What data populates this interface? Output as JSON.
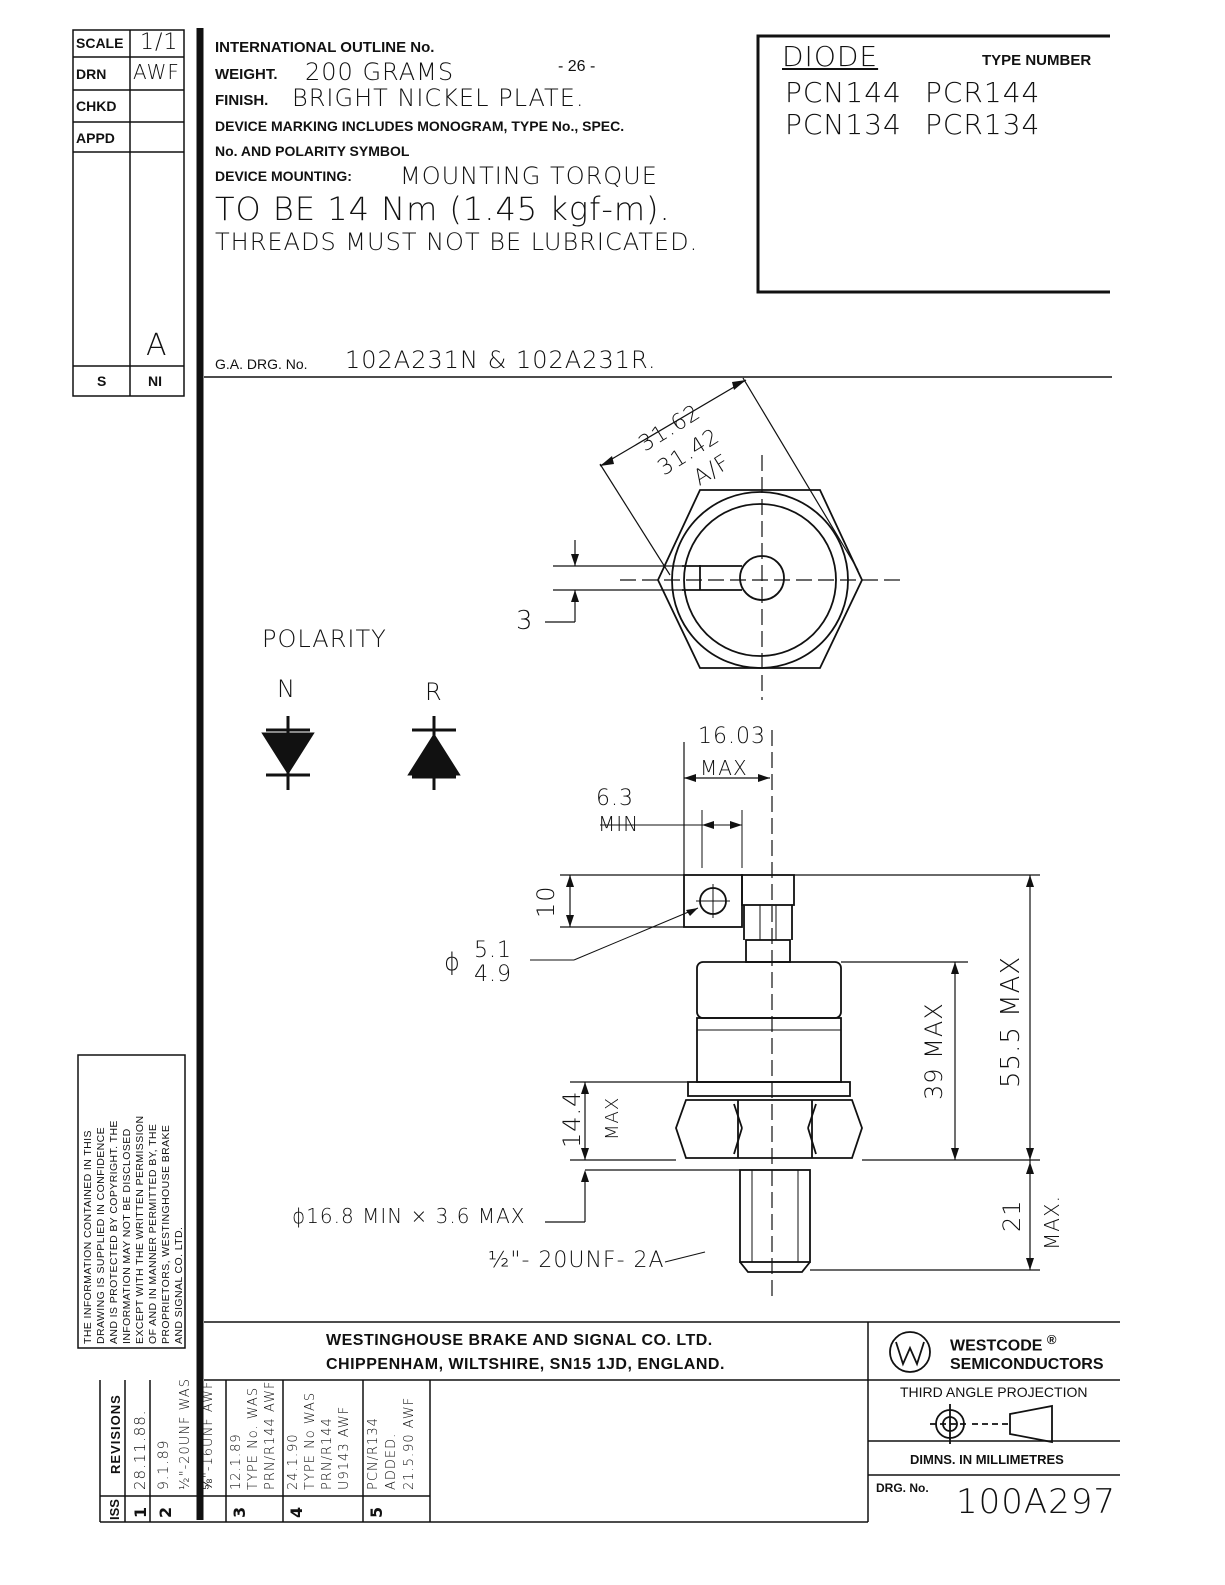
{
  "page_number": "- 26 -",
  "title_block": {
    "scale_label": "SCALE",
    "scale_value": "1/1",
    "drn_label": "DRN",
    "drn_value": "AWF",
    "chkd_label": "CHKD",
    "appd_label": "APPD",
    "issue_letter": "A",
    "s_label": "S",
    "ni_label": "NI"
  },
  "notes": {
    "outline_label": "INTERNATIONAL OUTLINE No.",
    "weight_label": "WEIGHT.",
    "weight_value": "200 GRAMS",
    "finish_label": "FINISH.",
    "finish_value": "BRIGHT NICKEL PLATE.",
    "marking_line1": "DEVICE MARKING INCLUDES MONOGRAM, TYPE No., SPEC.",
    "marking_line2": "No. AND POLARITY SYMBOL",
    "mounting_label": "DEVICE MOUNTING:",
    "mounting_line1": "MOUNTING TORQUE",
    "mounting_line2": "TO BE 14 Nm (1.45 kgf-m).",
    "mounting_line3": "THREADS MUST NOT BE LUBRICATED.",
    "ga_label": "G.A. DRG. No.",
    "ga_value": "102A231N & 102A231R."
  },
  "type_box": {
    "heading": "DIODE",
    "type_number_label": "TYPE NUMBER",
    "types": [
      "PCN144",
      "PCR144",
      "PCN134",
      "PCR134"
    ]
  },
  "polarity": {
    "title": "POLARITY",
    "n_label": "N",
    "r_label": "R"
  },
  "dimensions": {
    "af_upper": "31.62",
    "af_lower": "31.42",
    "af_label": "A/F",
    "slot": "3",
    "tag_width": "16.03",
    "tag_width_max": "MAX",
    "hole_edge": "6.3",
    "hole_edge_min": "MIN",
    "tag_height": "10",
    "hole_dia_prefix": "ϕ",
    "hole_dia_upper": "5.1",
    "hole_dia_lower": "4.9",
    "hex_height": "14.4",
    "hex_height_max": "MAX",
    "body_height": "39 MAX",
    "overall_height": "55.5 MAX",
    "stud_length": "21",
    "stud_length_max": "MAX.",
    "washer": "ϕ16.8 MIN × 3.6 MAX",
    "thread": "½\"- 20UNF- 2A"
  },
  "confidential_note": [
    "THE INFORMATION CONTAINED IN THIS",
    "DRAWING IS SUPPLIED IN CONFIDENCE",
    "AND IS PROTECTED BY COPYRIGHT. THE",
    "INFORMATION MAY NOT BE DISCLOSED",
    "EXCEPT WITH THE WRITTEN PERMISSION",
    "OF AND IN MANNER PERMITTED BY, THE",
    "PROPRIETORS, WESTINGHOUSE BRAKE",
    "AND SIGNAL CO. LTD."
  ],
  "company": {
    "line1": "WESTINGHOUSE BRAKE AND SIGNAL CO. LTD.",
    "line2": "CHIPPENHAM, WILTSHIRE, SN15 1JD, ENGLAND.",
    "brand": "WESTCODE",
    "brand_mark": "®",
    "brand_line2": "SEMICONDUCTORS",
    "projection": "THIRD ANGLE PROJECTION",
    "units": "DIMNS. IN MILLIMETRES",
    "drg_label": "DRG. No.",
    "drg_value": "100A297"
  },
  "revisions": {
    "heading": "REVISIONS",
    "iss_label": "ISS",
    "items": [
      {
        "iss": "1",
        "text": [
          "28.11.88."
        ]
      },
      {
        "iss": "2",
        "text": [
          "9.1.89",
          "½\"-20UNF WAS",
          "⅝\"-16UNF AWF"
        ]
      },
      {
        "iss": "3",
        "text": [
          "12.1.89",
          "TYPE No. WAS",
          "PRN/R144 AWF"
        ]
      },
      {
        "iss": "4",
        "text": [
          "24.1.90",
          "TYPE No WAS",
          "PRN/R144",
          "U9143 AWF"
        ]
      },
      {
        "iss": "5",
        "text": [
          "PCN/R134",
          "ADDED.",
          "21.5.90 AWF"
        ]
      }
    ]
  }
}
